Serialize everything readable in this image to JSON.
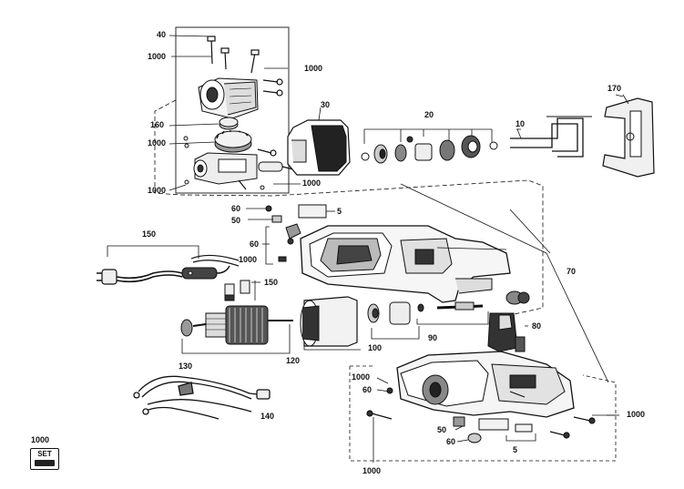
{
  "diagram": {
    "labels": {
      "l40": "40",
      "l1000_a": "1000",
      "l1000_b": "1000",
      "l30": "30",
      "l160": "160",
      "l1000_c": "1000",
      "l1000_d": "1000",
      "l1000_e": "1000",
      "l20": "20",
      "l10": "10",
      "l170": "170",
      "l60_a": "60",
      "l5_a": "5",
      "l50_a": "50",
      "l150_a": "150",
      "l60_b": "60",
      "l1000_f": "1000",
      "l70": "70",
      "l150_b": "150",
      "l80": "80",
      "l90": "90",
      "l100": "100",
      "l120": "120",
      "l130": "130",
      "l1000_g": "1000",
      "l60_c": "60",
      "l1000_h": "1000",
      "l140": "140",
      "l50_b": "50",
      "l60_d": "60",
      "l5_b": "5",
      "l1000_i": "1000",
      "l1000_j": "1000"
    },
    "set_icon": {
      "text": "SET",
      "icon": "set-icon"
    }
  }
}
